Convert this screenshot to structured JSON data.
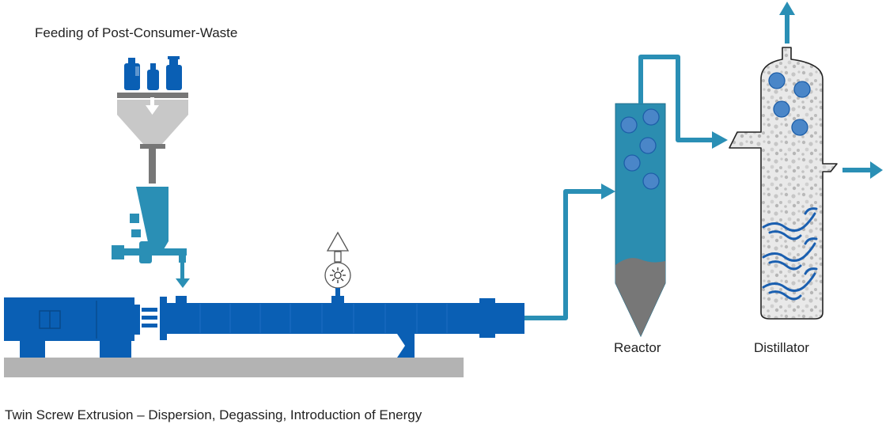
{
  "labels": {
    "feeding": "Feeding of Post-Consumer-Waste",
    "reactor": "Reactor",
    "distillator": "Distillator",
    "extrusion": "Twin Screw Extrusion – Dispersion, Degassing, Introduction of Energy"
  },
  "colors": {
    "machine_blue": "#0a5fb4",
    "pipe_teal": "#2a8fb5",
    "reactor_teal": "#2b8db0",
    "bubble_blue": "#4a86c8",
    "residue_gray": "#777777",
    "hopper_gray": "#c8c8c8",
    "base_gray": "#b3b3b3",
    "wave_blue": "#1a5fb0"
  },
  "icons": [
    "bottle-icon",
    "down-arrow-icon",
    "vacuum-pump-icon",
    "flow-arrow-icon"
  ]
}
